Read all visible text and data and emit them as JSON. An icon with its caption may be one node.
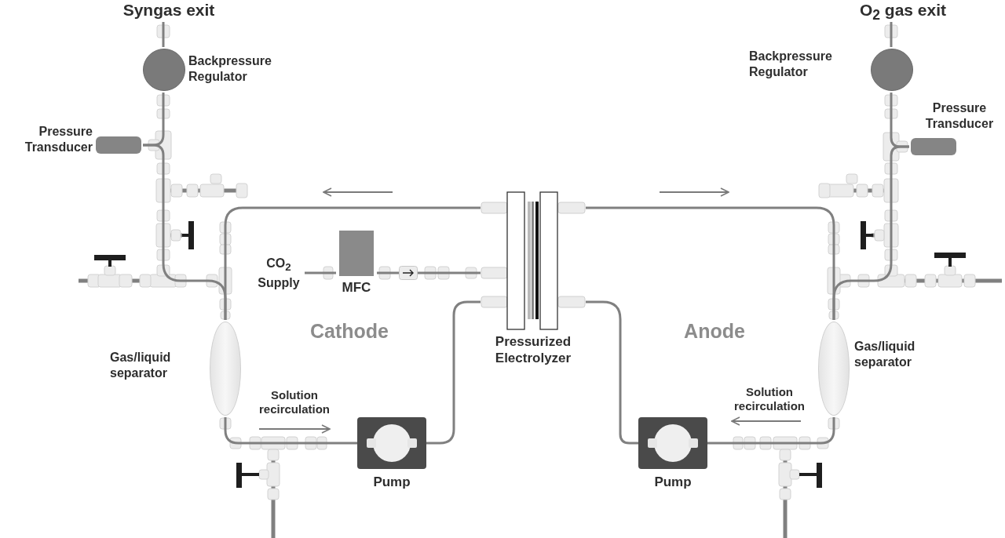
{
  "diagram": {
    "nodes": [
      {
        "text": [
          "Backpressure Regulator"
        ]
      },
      {
        "text": [
          "Pressure Transducer"
        ]
      },
      {
        "text": [
          "MFC"
        ]
      },
      {
        "text": [
          "Pressurized Electrolyzer"
        ]
      },
      {
        "text": [
          "Gas/liquid separator"
        ]
      },
      {
        "text": [
          "Pump"
        ]
      },
      {
        "text": [
          "Pump"
        ]
      },
      {
        "text": [
          "Gas/liquid separator"
        ]
      },
      {
        "text": [
          "Backpressure Regulator"
        ]
      },
      {
        "text": [
          "Pressure Transducer"
        ]
      },
      {
        "text": [],
        "shape": "box"
      },
      {
        "text": [
          "Syngas exit"
        ]
      },
      {
        "text": [
          "O$_{2}$ gas exit"
        ]
      },
      {
        "text": [
          "CO$_{2}$ Supply"
        ]
      }
    ],
    "edges": [
      {
        "from": 3,
        "to": 4,
        "arrow": "none"
      },
      {
        "from": 4,
        "to": 1,
        "arrow": "none"
      },
      {
        "from": 1,
        "to": 0,
        "arrow": "none"
      },
      {
        "from": 2,
        "to": 10,
        "arrow": "none"
      },
      {
        "from": 4,
        "to": 5,
        "arrow": "none"
      },
      {
        "from": 5,
        "to": 3,
        "arrow": "none"
      },
      {
        "from": 3,
        "to": 7,
        "arrow": "none"
      },
      {
        "from": 7,
        "to": 9,
        "arrow": "none"
      },
      {
        "from": 9,
        "to": 8,
        "arrow": "none"
      },
      {
        "from": 3,
        "to": 6,
        "arrow": "none"
      },
      {
        "from": 7,
        "to": 6,
        "arrow": "none"
      },
      {
        "from": 10,
        "to": 3,
        "arrow": "none"
      },
      {
        "from": 0,
        "to": 11,
        "arrow": "none"
      },
      {
        "from": 8,
        "to": 12,
        "arrow": "none"
      },
      {
        "from": 13,
        "to": 2,
        "arrow": "none"
      }
    ],
    "labels": [
      "Cathode",
      "Anode",
      "Solution recirculation",
      "Solution recirculation"
    ]
  }
}
